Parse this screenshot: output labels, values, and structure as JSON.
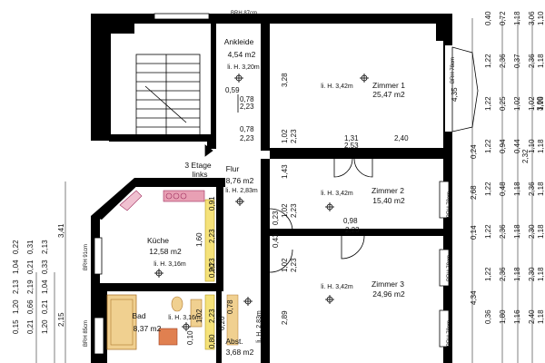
{
  "rooms": {
    "ankleide": {
      "name": "Ankleide",
      "area": "4,54 m2",
      "height": "li. H. 3,20m"
    },
    "zimmer1": {
      "name": "Zimmer 1",
      "area": "25,47 m2",
      "height": "li. H. 3,42m"
    },
    "zimmer2": {
      "name": "Zimmer 2",
      "area": "15,40 m2",
      "height": "li. H. 3,42m"
    },
    "zimmer3": {
      "name": "Zimmer 3",
      "area": "24,96 m2",
      "height": "li. H. 3,42m"
    },
    "flur": {
      "name": "Flur",
      "area": "8,76 m2",
      "height": "li. H. 2,83m"
    },
    "kueche": {
      "name": "Küche",
      "area": "12,58 m2",
      "height": "li. H. 3,16m"
    },
    "bad": {
      "name": "Bad",
      "area": "8,37 m2",
      "height": "li. H. 3,16m"
    },
    "abst": {
      "name": "Abst.",
      "area": "3,68 m2",
      "height": "li. H. 2,83m"
    }
  },
  "stair": {
    "line1": "3 Etage",
    "line2": "links"
  },
  "brh": {
    "top": "BRH 87cm",
    "z1": "BRH 78cm",
    "z2": "BRH 78cm",
    "z3a": "BRH 78cm",
    "z3b": "BRH 78cm",
    "kueche": "BRH 91cm",
    "bad": "BRH 85cm"
  },
  "dims": {
    "ankl_078a": "0,78",
    "ankl_223a": "2,23",
    "ankl_059": "0,59",
    "ankl_078b": "0,78",
    "ankl_223b": "2,23",
    "v_328": "3,28",
    "v_435": "4,35",
    "d_102a": "1,02",
    "d_223a": "2,23",
    "d_131": "1,31",
    "d_253": "2,53",
    "d_240": "2,40",
    "d_143": "1,43",
    "d_102b": "1,02",
    "d_223b": "2,23",
    "d_0023": "0,23",
    "d_098": "0,98",
    "d_223c": "2,23",
    "d_043": "0,43",
    "d_102c": "1,02",
    "d_223d": "2,23",
    "d_289": "2,89",
    "d_091": "0,91",
    "d_223e": "2,23",
    "d_160": "1,60",
    "d_223f": "2,23",
    "d_090": "0,90",
    "d_102d": "1,02",
    "d_223g": "2,23",
    "d_078c": "0,78",
    "d_010": "0,10",
    "d_080": "0,80",
    "d_020": "0,20",
    "v_341": "3,41",
    "v_268": "2,68",
    "v_434": "4,34",
    "v_232": "2,32",
    "v_024": "0,24",
    "v_014": "0,14",
    "v_300": "3,00",
    "v_215": "2,15"
  },
  "right_dims": {
    "col1": [
      "0,40",
      "1,22",
      "1,22",
      "1,22",
      "1,22",
      "1,22",
      "1,22",
      "0,36"
    ],
    "col2": [
      "0,72",
      "2,36",
      "0,25",
      "0,94",
      "0,48",
      "2,36",
      "2,36",
      "1,80"
    ],
    "col3": [
      "1,18",
      "0,37",
      "1,02",
      "0,44",
      "1,18",
      "1,18",
      "1,18",
      "1,16"
    ],
    "col4": [
      "3,06",
      "2,36",
      "1,02",
      "1,10",
      "2,36",
      "2,30",
      "2,30",
      "2,40"
    ],
    "col5": [
      "1,10",
      "1,18",
      "1,16",
      "1,18",
      "1,18",
      "1,18",
      "1,18",
      "1,18"
    ]
  },
  "left_dims": {
    "row1": [
      "0,22",
      "1,04",
      "2,13",
      "1,20",
      "0,15"
    ],
    "row2": [
      "0,31",
      "0,21",
      "2,19",
      "0,66",
      "0,21"
    ],
    "row3": [
      "2,13",
      "0,33",
      "1,04",
      "0,21",
      "1,20"
    ]
  }
}
